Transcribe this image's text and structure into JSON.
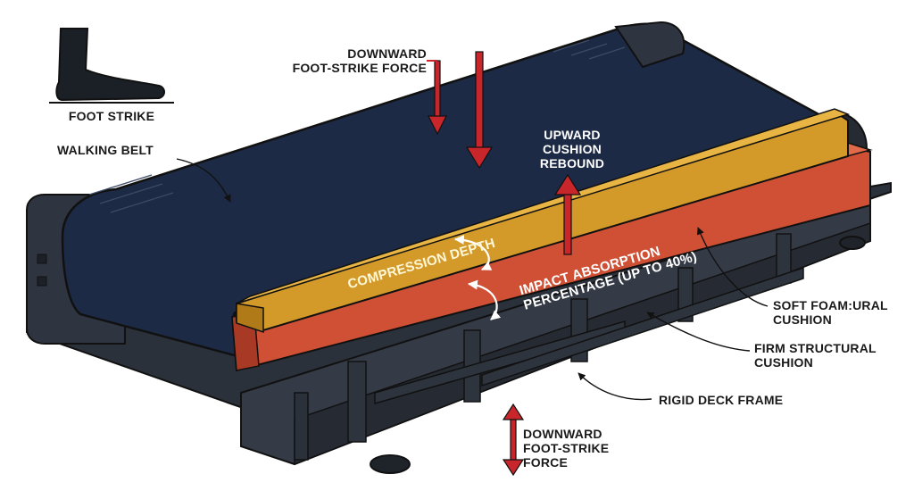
{
  "labels": {
    "foot_strike": "FOOT STRIKE",
    "walking_belt": "WALKING BELT",
    "downward_top": [
      "DOWNWARD",
      "FOOT-STRIKE FORCE"
    ],
    "upward_rebound": [
      "UPWARD",
      "CUSHION",
      "REBOUND"
    ],
    "compression_depth": "COMPRESSION DEPTH",
    "impact_absorption": [
      "IMPACT ABSORPTION",
      "PERCENTAGE (UP TO 40%)"
    ],
    "soft_foam": [
      "SOFT FOAM:URAL",
      "CUSHION"
    ],
    "firm_structural": [
      "FIRM STRUCTURAL",
      "CUSHION"
    ],
    "rigid_deck": "RIGID DECK FRAME",
    "downward_bottom": [
      "DOWNWARD",
      "FOOT-STRIKE",
      "FORCE"
    ]
  },
  "colors": {
    "belt": "#1c2a45",
    "frame": "#2b313b",
    "soft_foam": "#d39a2a",
    "firm_cushion": "#cf5035",
    "force_arrow": "#c8262b",
    "outline": "#111111"
  },
  "icons": [
    "foot-icon"
  ]
}
